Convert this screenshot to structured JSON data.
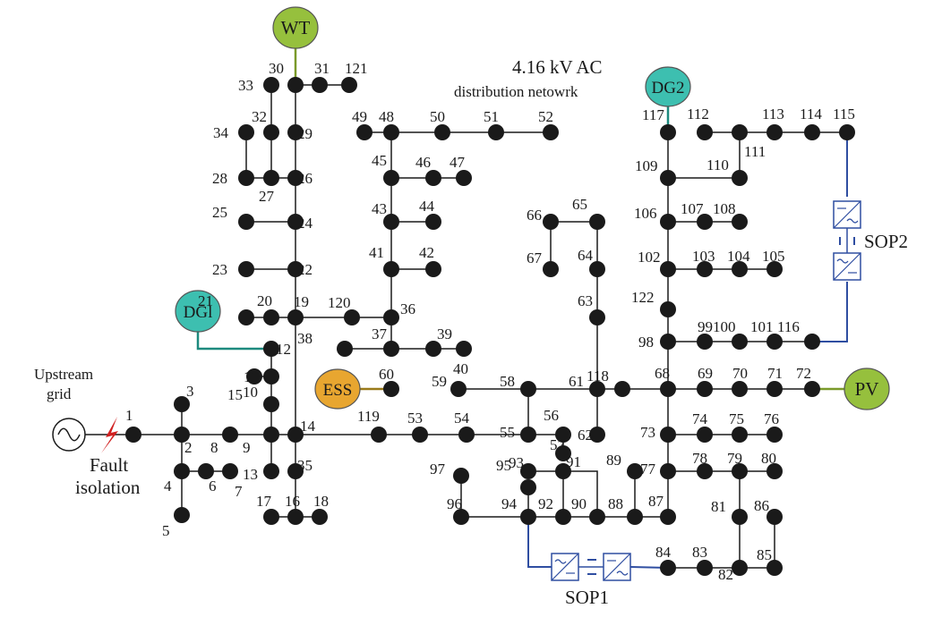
{
  "title": {
    "line1": "4.16 kV AC",
    "line2": "distribution netowrk"
  },
  "upstream": {
    "line1": "Upstream",
    "line2": "grid"
  },
  "fault": {
    "line1": "Fault",
    "line2": "isolation"
  },
  "sources": {
    "wt": "WT",
    "dg2": "DG2",
    "dg1": "DGl",
    "ess": "ESS",
    "pv": "PV"
  },
  "sop": {
    "sop1": "SOP1",
    "sop2": "SOP2"
  },
  "colors": {
    "bus": "#1a1a1a",
    "line": "#1a1a1a",
    "wt": "#96c03d",
    "pv": "#96c03d",
    "dg": "#3dbfb0",
    "ess": "#e8a630",
    "sop": "#2f4ea1",
    "fault": "#b0306a",
    "link_wt": "#7a9a2a",
    "link_dg": "#1d8a7e",
    "link_ess": "#9a7a1a",
    "bolt": "#d02020"
  },
  "bus_labels": [
    "1",
    "2",
    "3",
    "4",
    "5",
    "6",
    "7",
    "8",
    "9",
    "10",
    "11",
    "12",
    "13",
    "14",
    "15",
    "16",
    "17",
    "18",
    "19",
    "20",
    "21",
    "22",
    "23",
    "24",
    "25",
    "26",
    "27",
    "28",
    "29",
    "30",
    "31",
    "32",
    "33",
    "34",
    "35",
    "36",
    "37",
    "38",
    "39",
    "40",
    "41",
    "42",
    "43",
    "44",
    "45",
    "46",
    "47",
    "48",
    "49",
    "50",
    "51",
    "52",
    "53",
    "54",
    "55",
    "56",
    "57",
    "58",
    "59",
    "60",
    "61",
    "62",
    "63",
    "64",
    "65",
    "66",
    "67",
    "68",
    "69",
    "70",
    "71",
    "72",
    "73",
    "74",
    "75",
    "76",
    "77",
    "78",
    "79",
    "80",
    "81",
    "82",
    "83",
    "84",
    "85",
    "86",
    "87",
    "88",
    "89",
    "90",
    "91",
    "92",
    "93",
    "94",
    "95",
    "96",
    "97",
    "98",
    "99",
    "100",
    "101",
    "102",
    "103",
    "104",
    "105",
    "106",
    "107",
    "108",
    "109",
    "110",
    "111",
    "112",
    "113",
    "114",
    "115",
    "116",
    "117",
    "118",
    "119",
    "120",
    "121",
    "122"
  ]
}
